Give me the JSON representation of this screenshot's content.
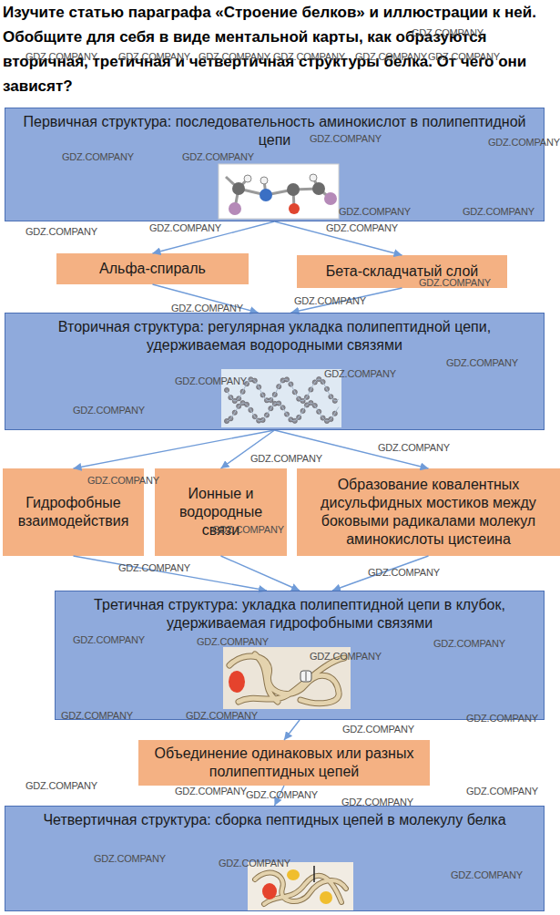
{
  "diagram": {
    "title": "Изучите статью параграфа «Строение белков» и иллюстрации к ней. Обобщите для себя в виде ментальной карты, как образуются вторичная, третичная и четвертичная структуры белка. От чего они зависят?",
    "nodes": [
      {
        "text": [
          "Первичная структура: последовательность аминокислот в полипептидной цепи"
        ]
      },
      {
        "text": [
          "Альфа-спираль"
        ]
      },
      {
        "text": [
          "Бета-складчатый слой"
        ]
      },
      {
        "text": [
          "Вторичная структура: регулярная укладка полипептидной цепи, удерживаемая водородными связями"
        ]
      },
      {
        "text": [
          "Гидрофобные взаимодействия"
        ]
      },
      {
        "text": [
          "Ионные и водородные связи"
        ]
      },
      {
        "text": [
          "Образование ковалентных дисульфидных мостиков между боковыми радикалами молекул аминокислоты цистеина"
        ]
      },
      {
        "text": [
          "Третичная структура: укладка полипептидной цепи в клубок, удерживаемая гидрофобными связями"
        ]
      },
      {
        "text": [
          "Объединение одинаковых или разных полипептидных цепей"
        ]
      },
      {
        "text": [
          "Четвертичная структура: сборка пептидных цепей в молекулу белка"
        ]
      }
    ],
    "edges": [
      {
        "from": 0,
        "to": 1,
        "arrow": "to"
      },
      {
        "from": 0,
        "to": 2,
        "arrow": "to"
      },
      {
        "from": 1,
        "to": 3,
        "arrow": "to"
      },
      {
        "from": 2,
        "to": 3,
        "arrow": "to"
      },
      {
        "from": 3,
        "to": 4,
        "arrow": "to"
      },
      {
        "from": 3,
        "to": 5,
        "arrow": "to"
      },
      {
        "from": 3,
        "to": 6,
        "arrow": "to"
      },
      {
        "from": 4,
        "to": 7,
        "arrow": "to"
      },
      {
        "from": 5,
        "to": 7,
        "arrow": "to"
      },
      {
        "from": 6,
        "to": 7,
        "arrow": "to"
      },
      {
        "from": 7,
        "to": 8,
        "arrow": "to"
      },
      {
        "from": 8,
        "to": 9,
        "arrow": "to"
      }
    ],
    "labels": [
      "GDZ.COMPANY",
      "GDZ.COMPANY",
      "GDZ.COMPANY",
      "GDZ.COMPANY",
      "GDZ.COMPANY",
      "GDZ.COMPANY",
      "GDZ.COMPANY",
      "GDZ.COMPANY",
      "GDZ.COMPANY",
      "GDZ.COMPANY",
      "GDZ.COMPANY",
      "GDZ.COMPANY",
      "GDZ.COMPANY",
      "GDZ.COMPANY",
      "GDZ.COMPANY",
      "GDZ.COMPANY",
      "GDZ.COMPANY",
      "GDZ.COMPANY",
      "GDZ.COMPANY",
      "GDZ.COMPANY",
      "GDZ.COMPANY",
      "GDZ.COMPANY",
      "GDZ.COMPANY",
      "GDZ.COMPANY",
      "GDZ.COMPANY",
      "GDZ.COMPANY",
      "GDZ.COMPANY",
      "GDZ.COMPANY",
      "GDZ.COMPANY",
      "GDZ.COMPANY",
      "GDZ.COMPANY",
      "GDZ.COMPANY",
      "GDZ.COMPANY",
      "GDZ.COMPANY",
      "GDZ.COMPANY",
      "GDZ.COMPANY",
      "GDZ.COMPANY",
      "GDZ.COMPANY",
      "GDZ.COMPANY",
      "GDZ.COMPANY",
      "GDZ.COMPANY",
      "GDZ.COMPANY",
      "GDZ.COMPANY",
      "GDZ.COMPANY",
      "GDZ.COMPANY"
    ]
  }
}
